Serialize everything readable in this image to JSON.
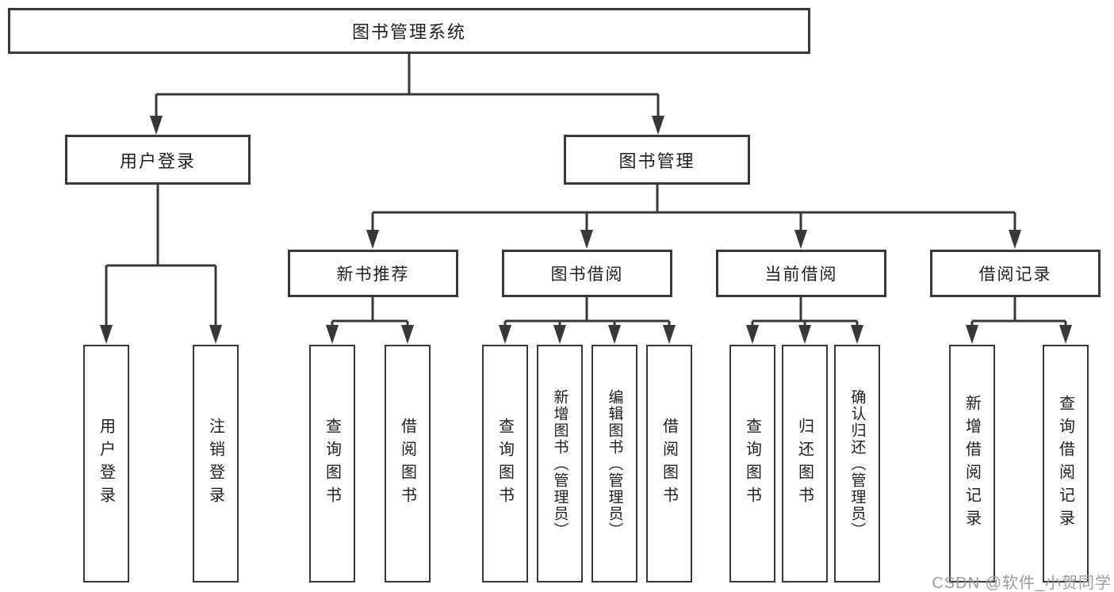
{
  "diagram": {
    "root": "图书管理系统",
    "level2": [
      "用户登录",
      "图书管理"
    ],
    "level3": [
      "新书推荐",
      "图书借阅",
      "当前借阅",
      "借阅记录"
    ],
    "leaves": [
      "用户登录",
      "注销登录",
      "查询图书",
      "借阅图书",
      "查询图书",
      "新增图书（管理员）",
      "编辑图书（管理员）",
      "借阅图书",
      "查询图书",
      "归还图书",
      "确认归还（管理员）",
      "新增借阅记录",
      "查询借阅记录"
    ],
    "colors": {
      "line": "#383838",
      "box_border": "#383838",
      "text": "#1f1f1f",
      "background": "#ffffff",
      "watermark": "#9c9c9c"
    }
  },
  "watermark": "CSDN @软件_小贺同学"
}
